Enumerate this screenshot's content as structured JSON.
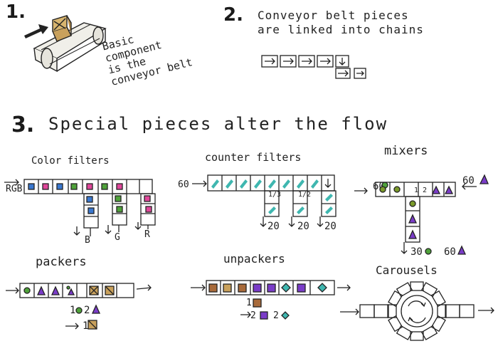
{
  "steps": {
    "s1": {
      "number": "1.",
      "text_lines": [
        "Basic",
        "component",
        "is the",
        "conveyor belt"
      ]
    },
    "s2": {
      "number": "2.",
      "text_lines": [
        "Conveyor belt pieces",
        "are linked into chains"
      ]
    },
    "s3": {
      "number": "3.",
      "text": "Special pieces alter the flow"
    }
  },
  "sections": {
    "color_filters": {
      "title": "Color filters",
      "input": "RGB",
      "outputs": [
        "B",
        "G",
        "R"
      ]
    },
    "counter_filters": {
      "title": "counter filters",
      "input": "60",
      "fractions": [
        "1/3",
        "1/2"
      ],
      "outputs": [
        "20",
        "20",
        "20"
      ]
    },
    "mixers": {
      "title": "mixers",
      "input_left": "60",
      "input_right": "60",
      "center": "1 2",
      "out_a": "30",
      "out_b": "60"
    },
    "packers": {
      "title": "packers",
      "recipe_a": "1",
      "recipe_b": "2",
      "result": "1"
    },
    "unpackers": {
      "title": "unpackers",
      "input": "1",
      "out_a": "2",
      "out_b": "2"
    },
    "carousels": {
      "title": "Carousels"
    }
  },
  "colors": {
    "ink": "#222222",
    "blue": "#3a78d0",
    "pink": "#e0479a",
    "green": "#4fa23a",
    "teal": "#3fb7b0",
    "purple": "#7a3cc8",
    "brown": "#a86a3a",
    "olive": "#7a9a2a",
    "crate": "#c9a15c"
  }
}
